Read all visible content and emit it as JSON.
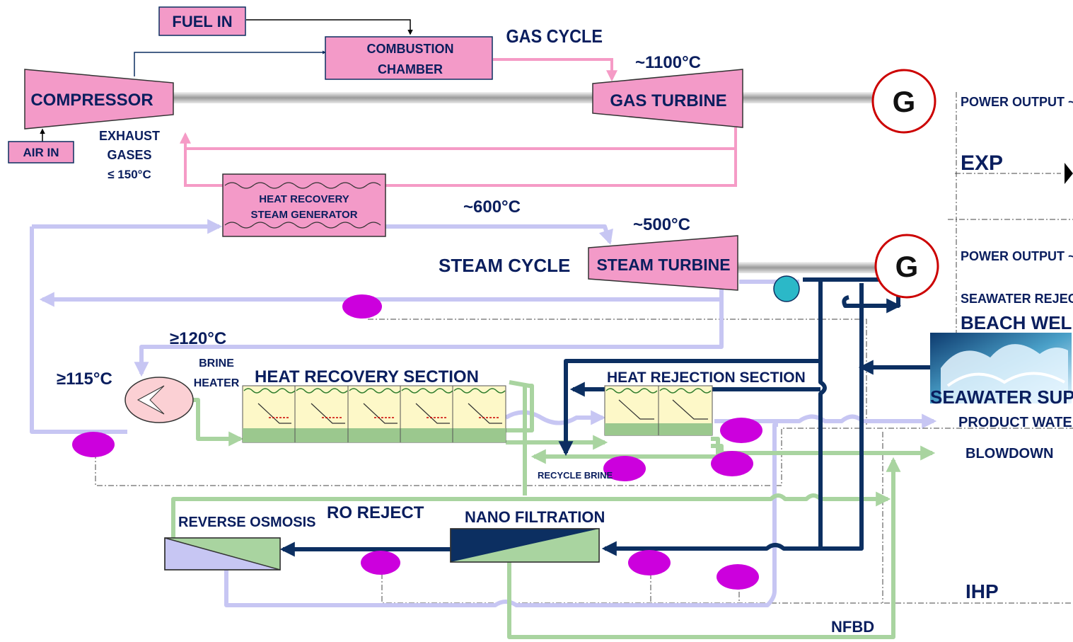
{
  "labels": {
    "fuel_in": "FUEL IN",
    "combustion_1": "COMBUSTION",
    "combustion_2": "CHAMBER",
    "gas_cycle": "GAS CYCLE",
    "temp_1100": "~1100°C",
    "compressor": "COMPRESSOR",
    "gas_turbine": "GAS TURBINE",
    "generator": "G",
    "power_output_1": "POWER OUTPUT ~",
    "air_in": "AIR IN",
    "exhaust_1": "EXHAUST",
    "exhaust_2": "GASES",
    "exhaust_3": "≤ 150°C",
    "exp": "EXP",
    "hrsg_1": "HEAT RECOVERY",
    "hrsg_2": "STEAM GENERATOR",
    "temp_600": "~600°C",
    "temp_500": "~500°C",
    "steam_cycle": "STEAM CYCLE",
    "steam_turbine": "STEAM TURBINE",
    "power_output_2": "POWER OUTPUT ~",
    "seawater_reject": "SEAWATER REJECT",
    "beach_wells": "BEACH WELLS",
    "temp_120": "≥120°C",
    "brine_1": "BRINE",
    "brine_2": "HEATER",
    "temp_115": "≥115°C",
    "heat_recovery_section": "HEAT RECOVERY SECTION",
    "heat_rejection_section": "HEAT REJECTION SECTION",
    "seawater_supply": "SEAWATER SUPPLY",
    "product_water": "PRODUCT WATER",
    "blowdown": "BLOWDOWN",
    "recycle_brine": "RECYCLE BRINE",
    "reverse_osmosis": "REVERSE OSMOSIS",
    "ro_reject": "RO REJECT",
    "nano_filtration": "NANO FILTRATION",
    "ihp": "IHP",
    "nfbd": "NFBD"
  },
  "colors": {
    "pink_fill": "#f39ac8",
    "pink_line": "#f59bc6",
    "lavender": "#c7c6f3",
    "green": "#a9d4a0",
    "navy": "#0c2f61",
    "text": "#0a1e5e",
    "pump": "#cc00dd",
    "teal": "#2bb8c8"
  }
}
